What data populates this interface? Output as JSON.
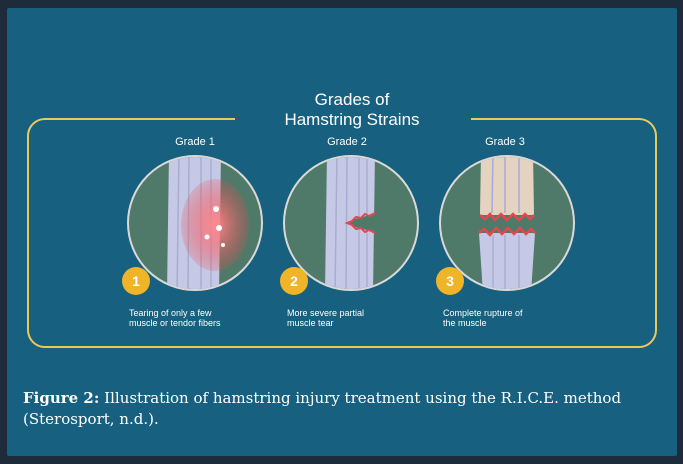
{
  "title": {
    "line1": "Grades of",
    "line2": "Hamstring Strains"
  },
  "grades": [
    {
      "label": "Grade 1",
      "number": "1",
      "caption_line1": "Tearing of only a few",
      "caption_line2": "muscle or tendor fibers"
    },
    {
      "label": "Grade 2",
      "number": "2",
      "caption_line1": "More severe partial",
      "caption_line2": "muscle tear"
    },
    {
      "label": "Grade 3",
      "number": "3",
      "caption_line1": "Complete rupture of",
      "caption_line2": "the muscle"
    }
  ],
  "figure_caption": {
    "prefix": "Figure 2:",
    "text": "Illustration of hamstring injury treatment using the R.I.C.E. method (Sterosport, n.d.)."
  },
  "colors": {
    "background": "#17607f",
    "frame": "#e8c95c",
    "badge": "#f0b429",
    "circle_bg": "#4f7a69",
    "muscle": "#c6c9e6",
    "tear": "#e8464d"
  }
}
